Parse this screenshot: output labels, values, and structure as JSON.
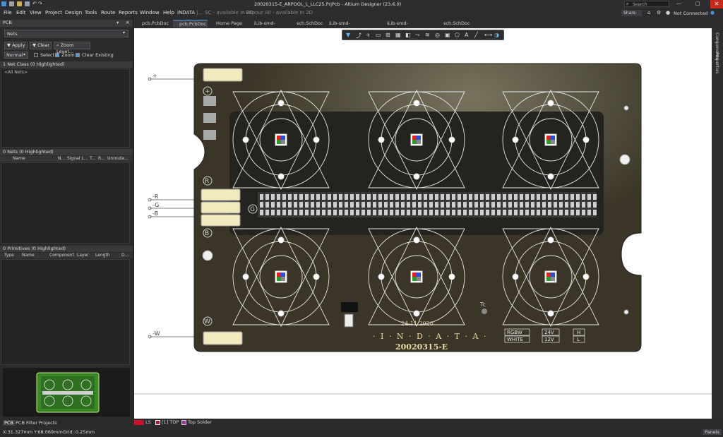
{
  "window": {
    "title": "20020315-E_ARPOOL_L_LLC25.PrjPcb - Altium Designer (23.6.0)",
    "search_placeholder": "Search",
    "share_label": "Share",
    "connection_status": "Not Connected"
  },
  "menu": {
    "items": [
      "File",
      "Edit",
      "View",
      "Project",
      "Design",
      "Tools",
      "Route",
      "Reports",
      "Window",
      "Help",
      "iNDATA",
      "|...",
      "SC - available in 2D",
      "Repour All - available in 2D"
    ]
  },
  "left_panel": {
    "title": "PCB",
    "nets_select": "Nets",
    "apply_label": "Apply",
    "clear_label": "Clear",
    "zoom_level_label": "Zoom Level...",
    "mode_select": "Normal",
    "select_label": "Select",
    "zoom_label": "Zoom",
    "clear_existing_label": "Clear Existing",
    "net_class_header": "1 Net Class (0 Highlighted)",
    "all_nets": "<All Nets>",
    "nets_header": "0 Nets (0 Highlighted)",
    "nets_columns": [
      "Name",
      "N...",
      "Signal L...",
      "T...",
      "R...",
      "Unroute..."
    ],
    "primitives_header": "0 Primitives (0 Highlighted)",
    "primitives_columns": [
      "Type",
      "Name",
      "Component",
      "Layer",
      "Length",
      "D..."
    ],
    "bottom_tabs": [
      "PCB",
      "PCB Filter",
      "Projects"
    ]
  },
  "doc_tabs": [
    {
      "label": "pcb.PcbDoc *",
      "active": false
    },
    {
      "label": "pcb.PcbDoc *",
      "active": true
    },
    {
      "label": "Home Page",
      "active": false
    },
    {
      "label": "iLib-smd-ic.PcbLib",
      "active": false
    },
    {
      "label": "sch.SchDoc",
      "active": false
    },
    {
      "label": "iLib-smd-discrete.SchLib",
      "active": false
    },
    {
      "label": "iLib-smd-discrete.PcbLib",
      "active": false
    },
    {
      "label": "sch.SchDoc",
      "active": false
    }
  ],
  "right_strip": {
    "tabs": [
      "Components",
      "Properties"
    ]
  },
  "pcb": {
    "connector_labels": [
      "+",
      "-R",
      "-G",
      "-B",
      "-W"
    ],
    "side_letters": [
      "R",
      "G",
      "B",
      "W"
    ],
    "date_text": "24.11.2020",
    "brand_text": "· I · N · D · A · T · A ·",
    "part_number": "20020315-E",
    "tc_label": "Tc",
    "config_rows": [
      [
        "RGBW",
        "24V",
        "H"
      ],
      [
        "WHITE",
        "12V",
        "L"
      ]
    ]
  },
  "status": {
    "layer_ls": "LS",
    "layer_top": "[1] TOP",
    "layer_top_solder": "Top Solder",
    "coords": "X:31.327mm Y:68.069mm",
    "grid": "Grid: 0.25mm",
    "panels_label": "Panels"
  },
  "colors": {
    "board": "#3a3526",
    "silk": "#e6e6e6",
    "accent": "#c8102e"
  }
}
